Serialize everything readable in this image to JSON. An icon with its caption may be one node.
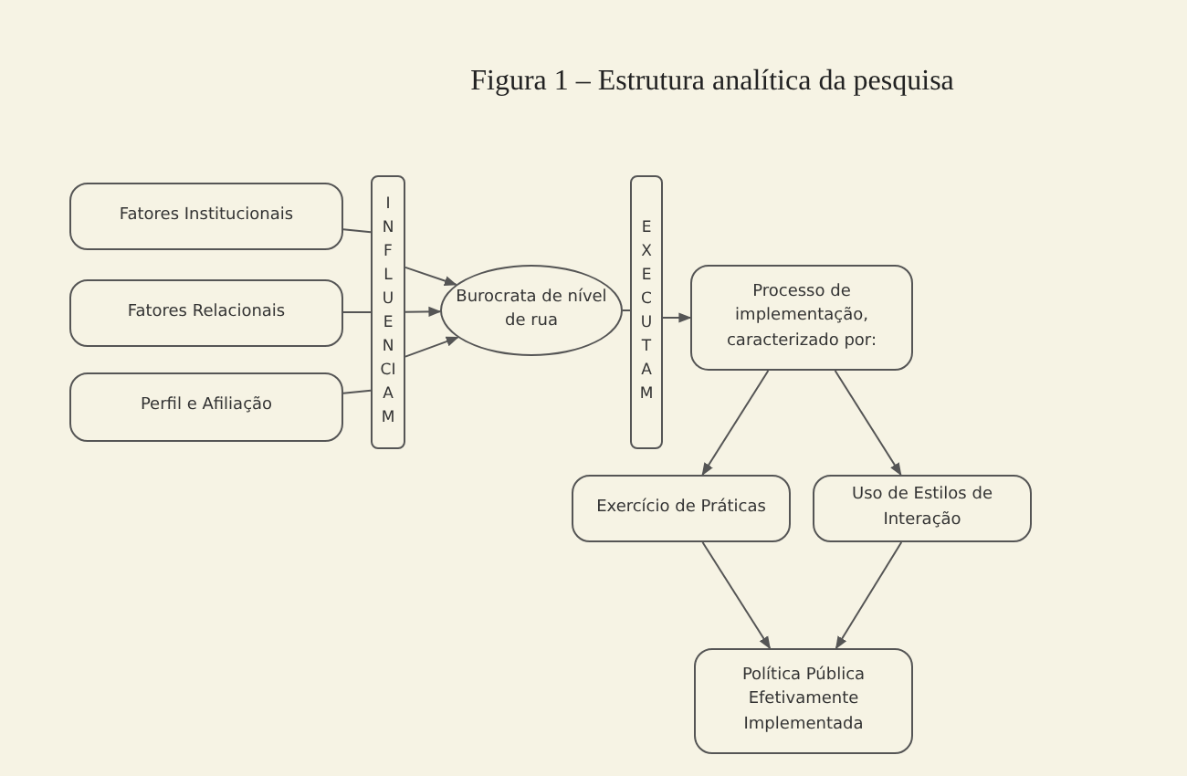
{
  "diagram": {
    "title": "Figura 1 – Estrutura analítica da pesquisa",
    "nodes": [
      {
        "text": [
          "Fatores Institucionais"
        ]
      },
      {
        "text": [
          "Fatores Relacionais"
        ]
      },
      {
        "text": [
          "Perfil e Afiliação"
        ]
      },
      {
        "text": [
          "INFLUENCIAM"
        ]
      },
      {
        "text": [
          "Burocrata de nível de rua"
        ]
      },
      {
        "text": [
          "EXECUTAM"
        ]
      },
      {
        "text": [
          "Processo de implementação, caracterizado por:"
        ]
      },
      {
        "text": [
          "Exercício de Práticas"
        ]
      },
      {
        "text": [
          "Uso de Estilos de Interação"
        ]
      },
      {
        "text": [
          "Política Pública Efetivamente Implementada"
        ]
      }
    ],
    "edges": [
      {
        "from": 0,
        "to": 3,
        "arrow": "none"
      },
      {
        "from": 1,
        "to": 3,
        "arrow": "none"
      },
      {
        "from": 2,
        "to": 3,
        "arrow": "none"
      },
      {
        "from": 3,
        "to": 4,
        "arrow": "to"
      },
      {
        "from": 3,
        "to": 4,
        "arrow": "to"
      },
      {
        "from": 3,
        "to": 4,
        "arrow": "to"
      },
      {
        "from": 4,
        "to": 5,
        "arrow": "none"
      },
      {
        "from": 5,
        "to": 6,
        "arrow": "to"
      },
      {
        "from": 6,
        "to": 7,
        "arrow": "to"
      },
      {
        "from": 6,
        "to": 8,
        "arrow": "to"
      },
      {
        "from": 7,
        "to": 9,
        "arrow": "to"
      },
      {
        "from": 8,
        "to": 9,
        "arrow": "to"
      }
    ]
  }
}
